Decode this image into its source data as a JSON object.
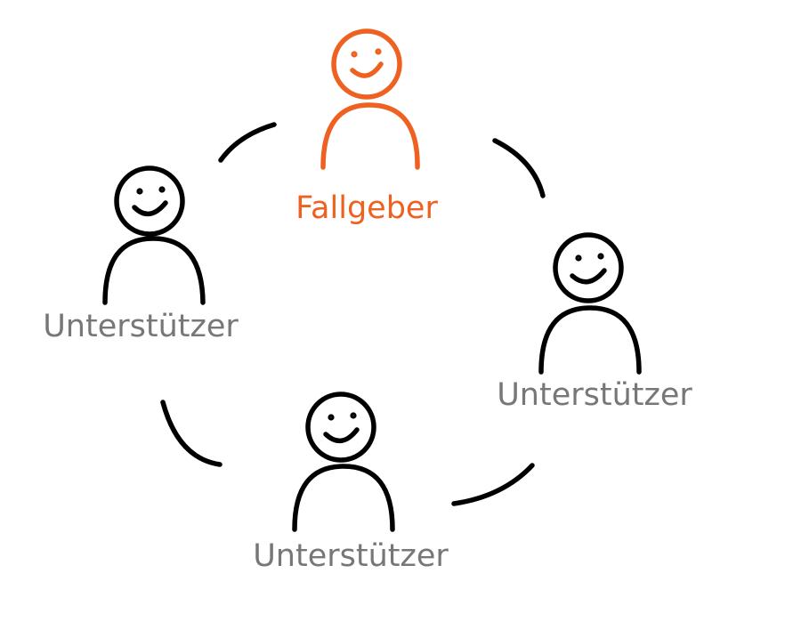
{
  "diagram": {
    "colors": {
      "highlight": "#ee6121",
      "figure": "#000000",
      "label": "#777777",
      "connector": "#000000"
    },
    "persons": [
      {
        "id": "fallgeber",
        "role": "highlight",
        "label": "Fallgeber",
        "icon": "smiling-person-icon"
      },
      {
        "id": "left",
        "role": "normal",
        "label": "Unterstützer",
        "icon": "smiling-person-icon"
      },
      {
        "id": "right",
        "role": "normal",
        "label": "Unterstützer",
        "icon": "smiling-person-icon"
      },
      {
        "id": "bottom",
        "role": "normal",
        "label": "Unterstützer",
        "icon": "smiling-person-icon"
      }
    ]
  }
}
